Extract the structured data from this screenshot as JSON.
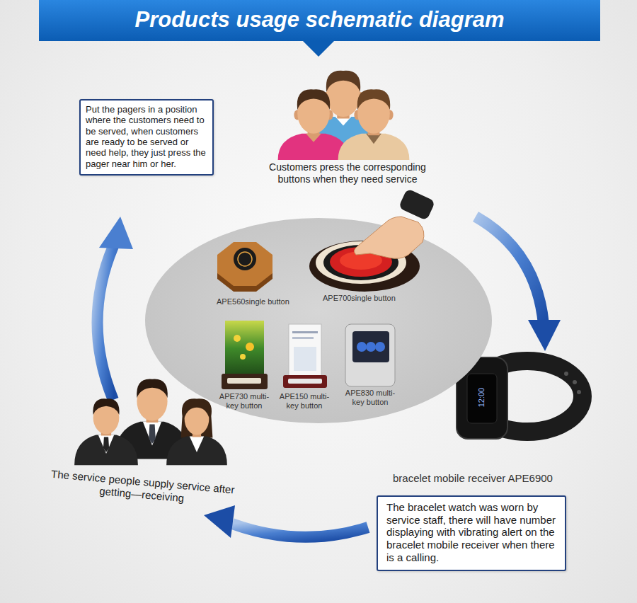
{
  "diagram": {
    "title": "Products usage schematic diagram",
    "nodes": [
      {
        "text": [
          "Put the pagers in a position where the customers need to be served, when customers are ready to be served or need help, they just press the pager near him or her."
        ]
      },
      {
        "text": [
          "APE560single button",
          "APE700single button",
          "APE730 multi-key button",
          "APE150 multi-key button",
          "APE830 multi-key button"
        ]
      },
      {
        "text": [
          "The bracelet watch was worn by service staff, there will have number displaying with vibrating alert on the bracelet mobile receiver when there is a calling."
        ]
      }
    ],
    "labels": [
      "Customers press the corresponding buttons when they need service",
      "bracelet mobile receiver APE6900",
      "The service people supply service after getting—receiving",
      "12:00"
    ]
  }
}
